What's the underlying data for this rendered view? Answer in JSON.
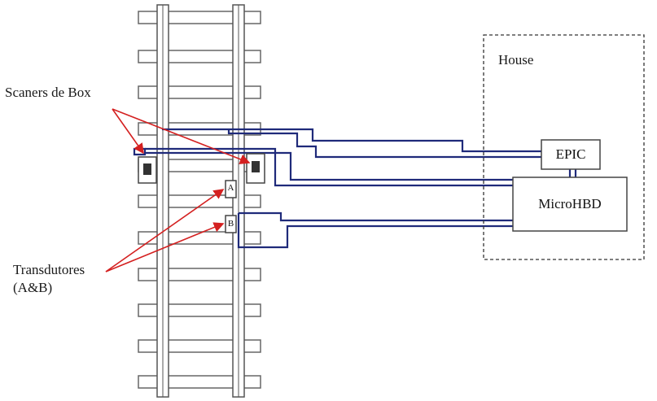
{
  "labels": {
    "scanners": "Scaners de Box",
    "transducers_line1": "Transdutores",
    "transducers_line2": "(A&B)",
    "house": "House",
    "epic": "EPIC",
    "microhbd": "MicroHBD",
    "transducer_a": "A",
    "transducer_b": "B"
  },
  "colors": {
    "rail": "#555555",
    "cable": "#1f2a7a",
    "arrow": "#d42020",
    "outline": "#333333"
  }
}
